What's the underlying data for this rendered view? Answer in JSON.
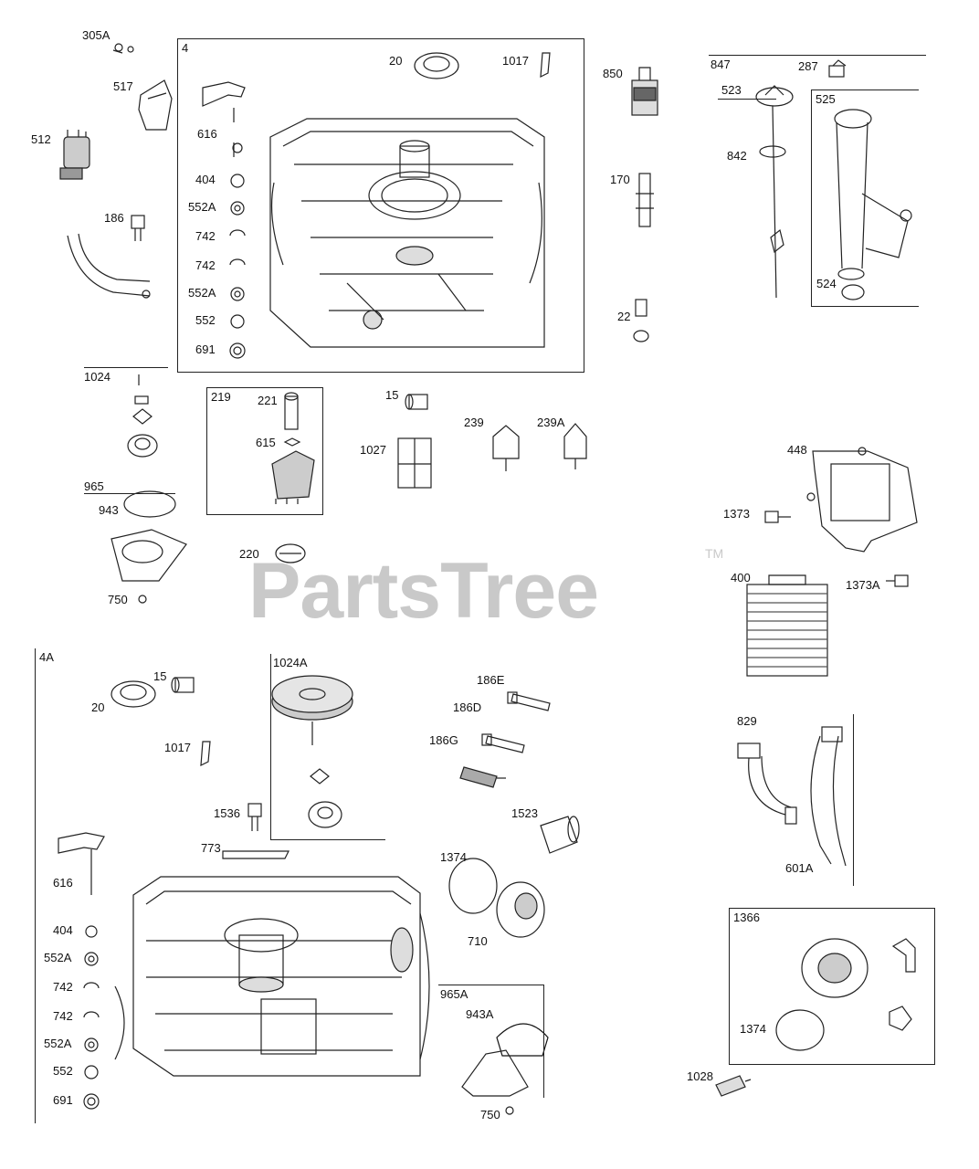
{
  "watermark": {
    "brand": "PartsTree",
    "tm": "TM"
  },
  "boxes": {
    "b4": "4",
    "b219": "219",
    "b847": "847",
    "b523": "523",
    "b525": "525",
    "b4A": "4A",
    "b1024A": "1024A",
    "b965A": "965A",
    "b1366": "1366",
    "b965": "965",
    "b1024": "1024",
    "b829": "829"
  },
  "labels": {
    "l305A": "305A",
    "l517": "517",
    "l512": "512",
    "l186": "186",
    "l20a": "20",
    "l1017a": "1017",
    "l616a": "616",
    "l404a": "404",
    "l552Aa": "552A",
    "l742a": "742",
    "l742b": "742",
    "l552Ab": "552A",
    "l552a": "552",
    "l691a": "691",
    "l850": "850",
    "l170": "170",
    "l22": "22",
    "l287": "287",
    "l842": "842",
    "l524": "524",
    "l221": "221",
    "l615": "615",
    "l15a": "15",
    "l1027": "1027",
    "l239": "239",
    "l239A": "239A",
    "l943": "943",
    "l220": "220",
    "l750a": "750",
    "l448": "448",
    "l1373": "1373",
    "l400": "400",
    "l1373A": "1373A",
    "l15b": "15",
    "l20b": "20",
    "l1017b": "1017",
    "l186E": "186E",
    "l186D": "186D",
    "l186G": "186G",
    "l1536": "1536",
    "l773": "773",
    "l1523": "1523",
    "l1374a": "1374",
    "l710": "710",
    "l616b": "616",
    "l404b": "404",
    "l552Ac": "552A",
    "l742c": "742",
    "l742d": "742",
    "l552Ad": "552A",
    "l552b": "552",
    "l691b": "691",
    "l943A": "943A",
    "l750b": "750",
    "l601A": "601A",
    "l1374b": "1374",
    "l1028": "1028"
  }
}
